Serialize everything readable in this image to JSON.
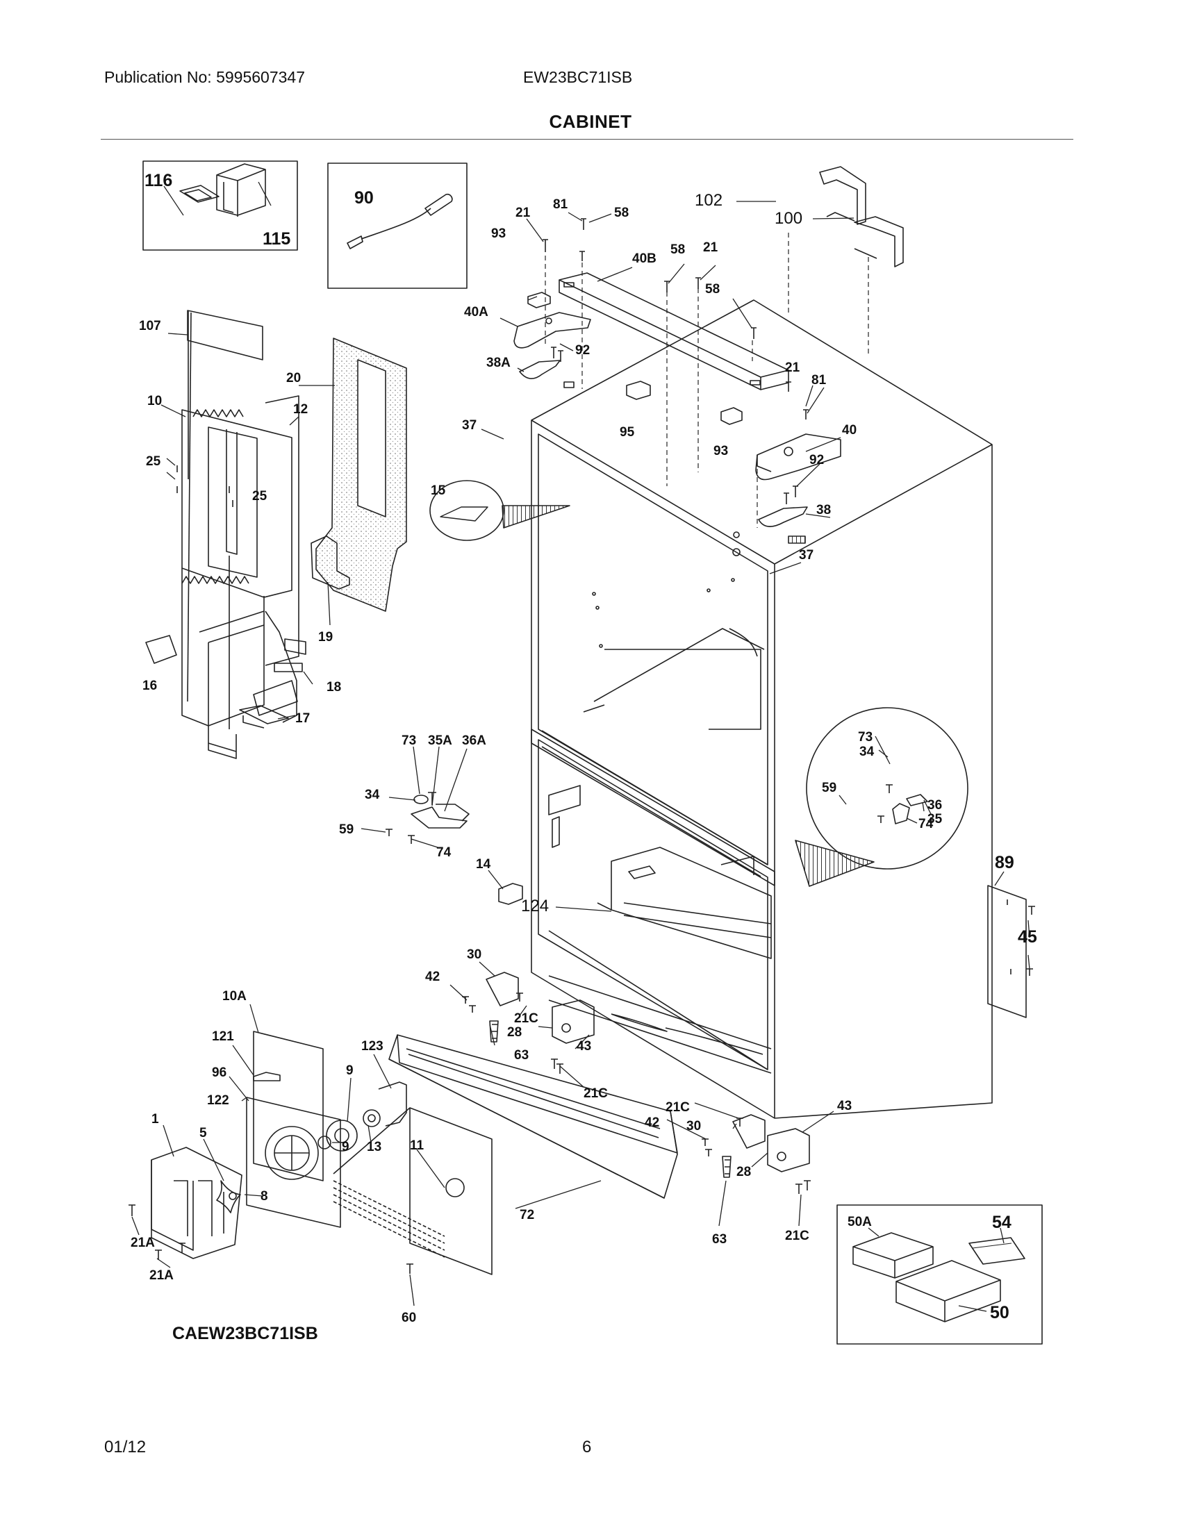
{
  "header": {
    "publication": "Publication No: 5995607347",
    "model": "EW23BC71ISB",
    "section_title": "CABINET"
  },
  "footer": {
    "date": "01/12",
    "page": "6"
  },
  "diagram_code": "CAEW23BC71ISB",
  "part_labels": [
    {
      "id": "l116",
      "text": "116"
    },
    {
      "id": "l115",
      "text": "115"
    },
    {
      "id": "l90",
      "text": "90"
    },
    {
      "id": "l21a",
      "text": "21"
    },
    {
      "id": "l81a",
      "text": "81"
    },
    {
      "id": "l58a",
      "text": "58"
    },
    {
      "id": "l102",
      "text": "102"
    },
    {
      "id": "l100",
      "text": "100"
    },
    {
      "id": "l93a",
      "text": "93"
    },
    {
      "id": "l40b",
      "text": "40B"
    },
    {
      "id": "l58b",
      "text": "58"
    },
    {
      "id": "l21b",
      "text": "21"
    },
    {
      "id": "l58c",
      "text": "58"
    },
    {
      "id": "l40a",
      "text": "40A"
    },
    {
      "id": "l92a",
      "text": "92"
    },
    {
      "id": "l38a",
      "text": "38A"
    },
    {
      "id": "l107",
      "text": "107"
    },
    {
      "id": "l20",
      "text": "20"
    },
    {
      "id": "l10",
      "text": "10"
    },
    {
      "id": "l12",
      "text": "12"
    },
    {
      "id": "l21c2",
      "text": "21"
    },
    {
      "id": "l81b",
      "text": "81"
    },
    {
      "id": "l37a",
      "text": "37"
    },
    {
      "id": "l95",
      "text": "95"
    },
    {
      "id": "l93b",
      "text": "93"
    },
    {
      "id": "l40",
      "text": "40"
    },
    {
      "id": "l92b",
      "text": "92"
    },
    {
      "id": "l25a",
      "text": "25"
    },
    {
      "id": "l25b",
      "text": "25"
    },
    {
      "id": "l15",
      "text": "15"
    },
    {
      "id": "l38",
      "text": "38"
    },
    {
      "id": "l37b",
      "text": "37"
    },
    {
      "id": "l19",
      "text": "19"
    },
    {
      "id": "l16",
      "text": "16"
    },
    {
      "id": "l18",
      "text": "18"
    },
    {
      "id": "l17",
      "text": "17"
    },
    {
      "id": "l73a",
      "text": "73"
    },
    {
      "id": "l35a",
      "text": "35A"
    },
    {
      "id": "l36a",
      "text": "36A"
    },
    {
      "id": "l73b",
      "text": "73"
    },
    {
      "id": "l34a",
      "text": "34"
    },
    {
      "id": "l34b",
      "text": "34"
    },
    {
      "id": "l59a",
      "text": "59"
    },
    {
      "id": "l59b",
      "text": "59"
    },
    {
      "id": "l74a",
      "text": "74"
    },
    {
      "id": "l36",
      "text": "36"
    },
    {
      "id": "l35",
      "text": "35"
    },
    {
      "id": "l74b",
      "text": "74"
    },
    {
      "id": "l14",
      "text": "14"
    },
    {
      "id": "l89",
      "text": "89"
    },
    {
      "id": "l124",
      "text": "124"
    },
    {
      "id": "l45",
      "text": "45"
    },
    {
      "id": "l30a",
      "text": "30"
    },
    {
      "id": "l42a",
      "text": "42"
    },
    {
      "id": "l10a",
      "text": "10A"
    },
    {
      "id": "l21c_a",
      "text": "21C"
    },
    {
      "id": "l28a",
      "text": "28"
    },
    {
      "id": "l121",
      "text": "121"
    },
    {
      "id": "l123",
      "text": "123"
    },
    {
      "id": "l63a",
      "text": "63"
    },
    {
      "id": "l43a",
      "text": "43"
    },
    {
      "id": "l96",
      "text": "96"
    },
    {
      "id": "l9a",
      "text": "9"
    },
    {
      "id": "l21c_b",
      "text": "21C"
    },
    {
      "id": "l122",
      "text": "122"
    },
    {
      "id": "l21c_c",
      "text": "21C"
    },
    {
      "id": "l43b",
      "text": "43"
    },
    {
      "id": "l1",
      "text": "1"
    },
    {
      "id": "l5",
      "text": "5"
    },
    {
      "id": "l9b",
      "text": "9"
    },
    {
      "id": "l13",
      "text": "13"
    },
    {
      "id": "l11",
      "text": "11"
    },
    {
      "id": "l42b",
      "text": "42"
    },
    {
      "id": "l30b",
      "text": "30"
    },
    {
      "id": "l28b",
      "text": "28"
    },
    {
      "id": "l8",
      "text": "8"
    },
    {
      "id": "l72",
      "text": "72"
    },
    {
      "id": "l21A1",
      "text": "21A"
    },
    {
      "id": "l63b",
      "text": "63"
    },
    {
      "id": "l21c_d",
      "text": "21C"
    },
    {
      "id": "l50a",
      "text": "50A"
    },
    {
      "id": "l54",
      "text": "54"
    },
    {
      "id": "l21A2",
      "text": "21A"
    },
    {
      "id": "l50",
      "text": "50"
    },
    {
      "id": "l60",
      "text": "60"
    }
  ]
}
